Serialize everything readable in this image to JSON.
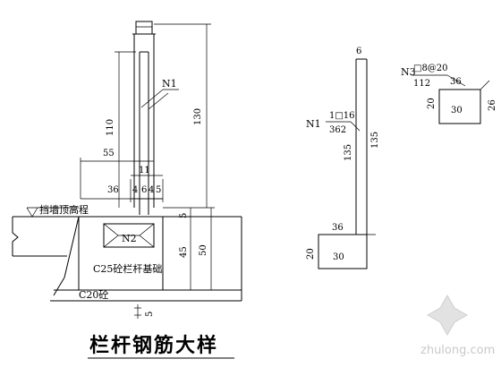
{
  "title": "栏杆钢筋大样",
  "labels": {
    "retaining_wall_top": "挡墙顶高程",
    "post_foundation": "C25砼栏杆基础",
    "base_concrete": "C20砼",
    "bar_n1": "N1",
    "bar_n1_spec": "1□16",
    "bar_n1_length": "362",
    "bar_n1_tag": "N1",
    "bar_n2": "N2",
    "bar_n3": "N3",
    "bar_n3_spec": "□8@20",
    "bar_n3_length": "112"
  },
  "dimensions": {
    "post_110": "110",
    "post_130": "130",
    "post_55": "55",
    "post_11": "11",
    "post_36": "36",
    "post_seg_4a": "4",
    "post_seg_6": "6",
    "post_seg_4b": "4",
    "post_seg_5": "5",
    "found_5": "5",
    "found_45": "45",
    "found_50": "50",
    "bottom_5": "5",
    "n1_top_6": "6",
    "n1_135a": "135",
    "n1_135b": "135",
    "n1_36": "36",
    "n1_30": "30",
    "n1_20": "20",
    "n3_36": "36",
    "n3_20": "20",
    "n3_30": "30",
    "n3_26": "26"
  },
  "watermark": "zhulong.com"
}
